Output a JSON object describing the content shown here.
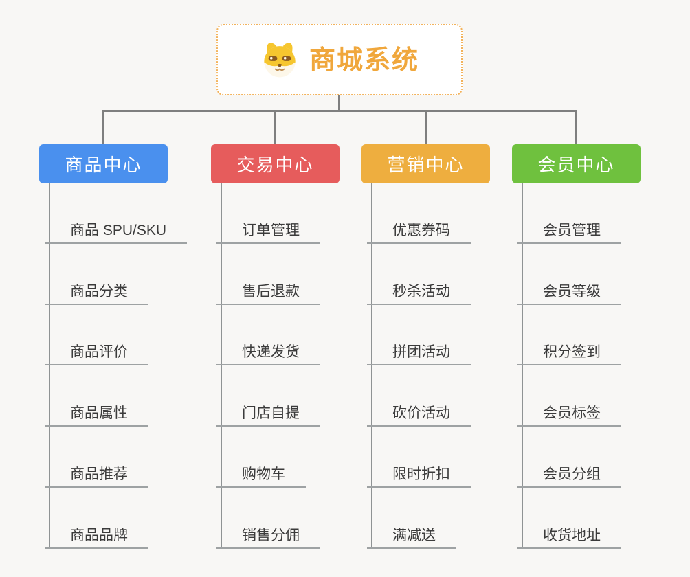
{
  "root": {
    "title": "商城系统",
    "accent": "#f0a73c",
    "icon": "shiba-dog-icon"
  },
  "branches": [
    {
      "label": "商品中心",
      "color": "#4a90ee",
      "items": [
        "商品 SPU/SKU",
        "商品分类",
        "商品评价",
        "商品属性",
        "商品推荐",
        "商品品牌"
      ]
    },
    {
      "label": "交易中心",
      "color": "#e65c5c",
      "items": [
        "订单管理",
        "售后退款",
        "快递发货",
        "门店自提",
        "购物车",
        "销售分佣"
      ]
    },
    {
      "label": "营销中心",
      "color": "#eeae3f",
      "items": [
        "优惠券码",
        "秒杀活动",
        "拼团活动",
        "砍价活动",
        "限时折扣",
        "满减送"
      ]
    },
    {
      "label": "会员中心",
      "color": "#6fc13e",
      "items": [
        "会员管理",
        "会员等级",
        "积分签到",
        "会员标签",
        "会员分组",
        "收货地址"
      ]
    }
  ]
}
